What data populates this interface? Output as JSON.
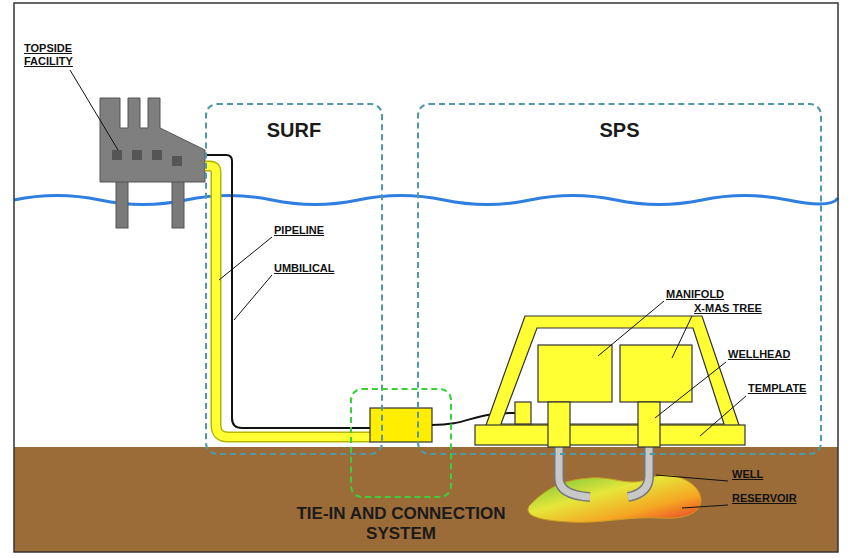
{
  "diagram": {
    "nodes": [
      {
        "text": [
          "SURF"
        ]
      },
      {
        "text": [
          "SPS"
        ]
      },
      {
        "text": [
          "TIE-IN AND CONNECTION SYSTEM"
        ]
      }
    ],
    "labels": [
      "TOPSIDE FACILITY",
      "PIPELINE",
      "UMBILICAL",
      "MANIFOLD",
      "X-MAS TREE",
      "WELLHEAD",
      "TEMPLATE",
      "WELL",
      "RESERVOIR"
    ]
  }
}
